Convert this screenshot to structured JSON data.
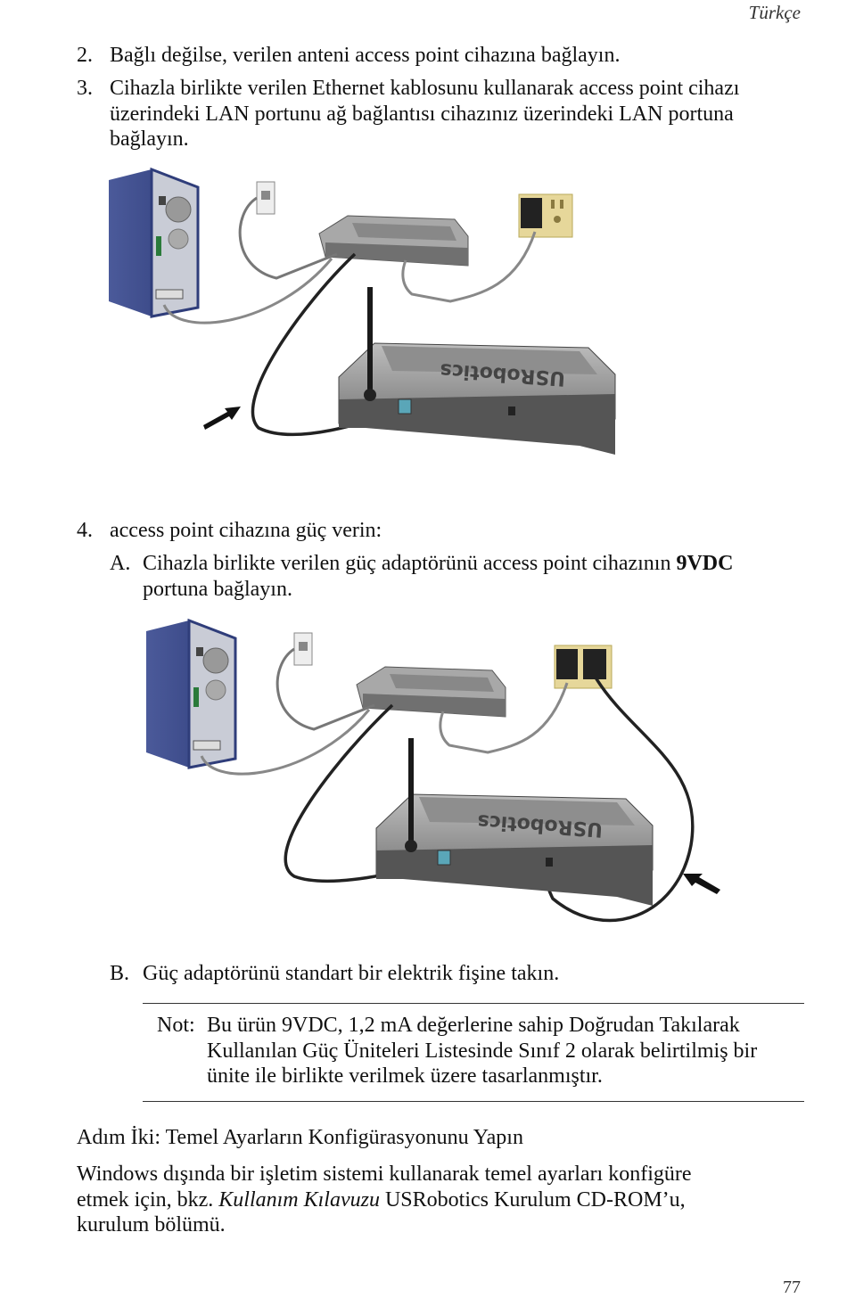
{
  "header": {
    "language": "Türkçe"
  },
  "steps": {
    "step2": {
      "number": "2.",
      "text": "Bağlı değilse, verilen anteni access point cihazına bağlayın."
    },
    "step3": {
      "number": "3.",
      "line1": "Cihazla birlikte verilen Ethernet kablosunu kullanarak access point cihazı",
      "line2": "üzerindeki LAN portunu ağ bağlantısı cihazınız üzerindeki LAN portuna",
      "line3": "bağlayın."
    },
    "step4": {
      "number": "4.",
      "text": "access point cihazına güç verin:"
    },
    "step4a": {
      "letter": "A.",
      "line1_pre": "Cihazla birlikte verilen güç adaptörünü access point cihazının ",
      "line1_bold": "9VDC",
      "line2": "portuna bağlayın."
    },
    "step4b": {
      "letter": "B.",
      "text": "Güç adaptörünü standart bir elektrik fişine takın."
    }
  },
  "figures": {
    "brand": "USRobotics"
  },
  "note": {
    "label": "Not:",
    "line1": "Bu ürün 9VDC, 1,2 mA değerlerine sahip Doğrudan Takılarak",
    "line2": "Kullanılan Güç Üniteleri Listesinde Sınıf 2 olarak belirtilmiş bir",
    "line3": "ünite ile birlikte verilmek üzere tasarlanmıştır."
  },
  "section": {
    "heading": "Adım İki: Temel Ayarların Konfigürasyonunu Yapın",
    "line1": "Windows dışında bir işletim sistemi kullanarak temel ayarları konfigüre",
    "line2_pre": "etmek için, bkz. ",
    "line2_italic": "Kullanım Kılavuzu",
    "line2_post": " USRobotics Kurulum CD-ROM’u,",
    "line3": "kurulum bölümü."
  },
  "page_number": "77"
}
